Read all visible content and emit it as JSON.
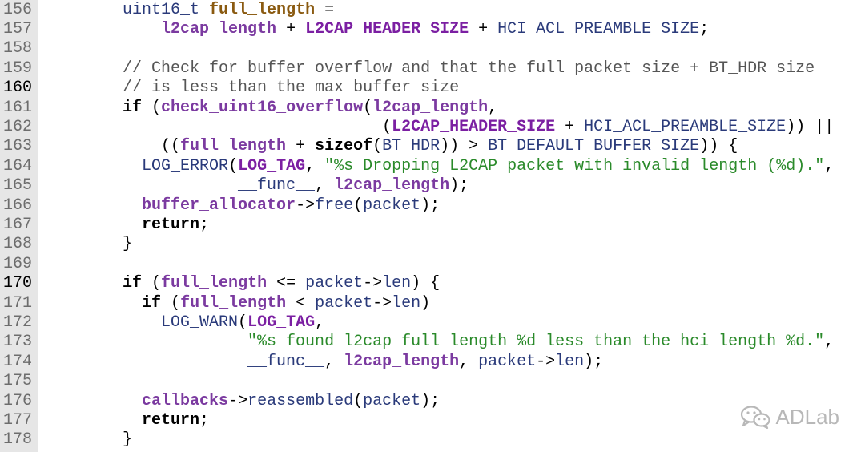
{
  "watermark": {
    "text": "ADLab",
    "icon": "wechat-icon"
  },
  "colors": {
    "gutter_bg": "#e6e6e6",
    "line_number": "#6d6d6d",
    "string": "#2a8a2a",
    "macro": "#7b1fa2",
    "type": "#2a3a7a",
    "comment": "#555555"
  },
  "lines": [
    {
      "n": "156",
      "current": false,
      "tokens": [
        [
          "pl",
          "        "
        ],
        [
          "type",
          "uint16_t"
        ],
        [
          "pl",
          " "
        ],
        [
          "loc",
          "full_length"
        ],
        [
          "pl",
          " ="
        ]
      ]
    },
    {
      "n": "157",
      "current": false,
      "tokens": [
        [
          "pl",
          "            "
        ],
        [
          "var",
          "l2cap_length"
        ],
        [
          "pl",
          " + "
        ],
        [
          "mac",
          "L2CAP_HEADER_SIZE"
        ],
        [
          "pl",
          " + "
        ],
        [
          "mac2",
          "HCI_ACL_PREAMBLE_SIZE"
        ],
        [
          "pl",
          ";"
        ]
      ]
    },
    {
      "n": "158",
      "current": false,
      "tokens": []
    },
    {
      "n": "159",
      "current": false,
      "tokens": [
        [
          "pl",
          "        "
        ],
        [
          "com",
          "// Check for buffer overflow and that the full packet size + BT_HDR size"
        ]
      ]
    },
    {
      "n": "160",
      "current": true,
      "tokens": [
        [
          "pl",
          "        "
        ],
        [
          "com",
          "// is less than the max buffer size"
        ]
      ]
    },
    {
      "n": "161",
      "current": false,
      "tokens": [
        [
          "pl",
          "        "
        ],
        [
          "kw",
          "if"
        ],
        [
          "pl",
          " ("
        ],
        [
          "var",
          "check_uint16_overflow"
        ],
        [
          "pl",
          "("
        ],
        [
          "var",
          "l2cap_length"
        ],
        [
          "pl",
          ","
        ]
      ]
    },
    {
      "n": "162",
      "current": false,
      "tokens": [
        [
          "pl",
          "                                   ("
        ],
        [
          "mac",
          "L2CAP_HEADER_SIZE"
        ],
        [
          "pl",
          " + "
        ],
        [
          "mac2",
          "HCI_ACL_PREAMBLE_SIZE"
        ],
        [
          "pl",
          ")) ||"
        ]
      ]
    },
    {
      "n": "163",
      "current": false,
      "tokens": [
        [
          "pl",
          "            (("
        ],
        [
          "var",
          "full_length"
        ],
        [
          "pl",
          " + "
        ],
        [
          "kw",
          "sizeof"
        ],
        [
          "pl",
          "("
        ],
        [
          "mac2",
          "BT_HDR"
        ],
        [
          "pl",
          ")) > "
        ],
        [
          "mac2",
          "BT_DEFAULT_BUFFER_SIZE"
        ],
        [
          "pl",
          ")) {"
        ]
      ]
    },
    {
      "n": "164",
      "current": false,
      "tokens": [
        [
          "pl",
          "          "
        ],
        [
          "fn",
          "LOG_ERROR"
        ],
        [
          "pl",
          "("
        ],
        [
          "mac",
          "LOG_TAG"
        ],
        [
          "pl",
          ", "
        ],
        [
          "str",
          "\"%s Dropping L2CAP packet with invalid length (%d).\""
        ],
        [
          "pl",
          ","
        ]
      ]
    },
    {
      "n": "165",
      "current": false,
      "tokens": [
        [
          "pl",
          "                    "
        ],
        [
          "fn",
          "__func__"
        ],
        [
          "pl",
          ", "
        ],
        [
          "var",
          "l2cap_length"
        ],
        [
          "pl",
          ");"
        ]
      ]
    },
    {
      "n": "166",
      "current": false,
      "tokens": [
        [
          "pl",
          "          "
        ],
        [
          "var",
          "buffer_allocator"
        ],
        [
          "pl",
          "->"
        ],
        [
          "fn",
          "free"
        ],
        [
          "pl",
          "("
        ],
        [
          "fn",
          "packet"
        ],
        [
          "pl",
          ");"
        ]
      ]
    },
    {
      "n": "167",
      "current": false,
      "tokens": [
        [
          "pl",
          "          "
        ],
        [
          "kw",
          "return"
        ],
        [
          "pl",
          ";"
        ]
      ]
    },
    {
      "n": "168",
      "current": false,
      "tokens": [
        [
          "pl",
          "        }"
        ]
      ]
    },
    {
      "n": "169",
      "current": false,
      "tokens": []
    },
    {
      "n": "170",
      "current": true,
      "tokens": [
        [
          "pl",
          "        "
        ],
        [
          "kw",
          "if"
        ],
        [
          "pl",
          " ("
        ],
        [
          "var",
          "full_length"
        ],
        [
          "pl",
          " <= "
        ],
        [
          "fn",
          "packet"
        ],
        [
          "pl",
          "->"
        ],
        [
          "fn",
          "len"
        ],
        [
          "pl",
          ") {"
        ]
      ]
    },
    {
      "n": "171",
      "current": false,
      "tokens": [
        [
          "pl",
          "          "
        ],
        [
          "kw",
          "if"
        ],
        [
          "pl",
          " ("
        ],
        [
          "var",
          "full_length"
        ],
        [
          "pl",
          " < "
        ],
        [
          "fn",
          "packet"
        ],
        [
          "pl",
          "->"
        ],
        [
          "fn",
          "len"
        ],
        [
          "pl",
          ")"
        ]
      ]
    },
    {
      "n": "172",
      "current": false,
      "tokens": [
        [
          "pl",
          "            "
        ],
        [
          "fn",
          "LOG_WARN"
        ],
        [
          "pl",
          "("
        ],
        [
          "mac",
          "LOG_TAG"
        ],
        [
          "pl",
          ","
        ]
      ]
    },
    {
      "n": "173",
      "current": false,
      "tokens": [
        [
          "pl",
          "                     "
        ],
        [
          "str",
          "\"%s found l2cap full length %d less than the hci length %d.\""
        ],
        [
          "pl",
          ","
        ]
      ]
    },
    {
      "n": "174",
      "current": false,
      "tokens": [
        [
          "pl",
          "                     "
        ],
        [
          "fn",
          "__func__"
        ],
        [
          "pl",
          ", "
        ],
        [
          "var",
          "l2cap_length"
        ],
        [
          "pl",
          ", "
        ],
        [
          "fn",
          "packet"
        ],
        [
          "pl",
          "->"
        ],
        [
          "fn",
          "len"
        ],
        [
          "pl",
          ");"
        ]
      ]
    },
    {
      "n": "175",
      "current": false,
      "tokens": []
    },
    {
      "n": "176",
      "current": false,
      "tokens": [
        [
          "pl",
          "          "
        ],
        [
          "var",
          "callbacks"
        ],
        [
          "pl",
          "->"
        ],
        [
          "fn",
          "reassembled"
        ],
        [
          "pl",
          "("
        ],
        [
          "fn",
          "packet"
        ],
        [
          "pl",
          ");"
        ]
      ]
    },
    {
      "n": "177",
      "current": false,
      "tokens": [
        [
          "pl",
          "          "
        ],
        [
          "kw",
          "return"
        ],
        [
          "pl",
          ";"
        ]
      ]
    },
    {
      "n": "178",
      "current": false,
      "tokens": [
        [
          "pl",
          "        }"
        ]
      ]
    }
  ]
}
